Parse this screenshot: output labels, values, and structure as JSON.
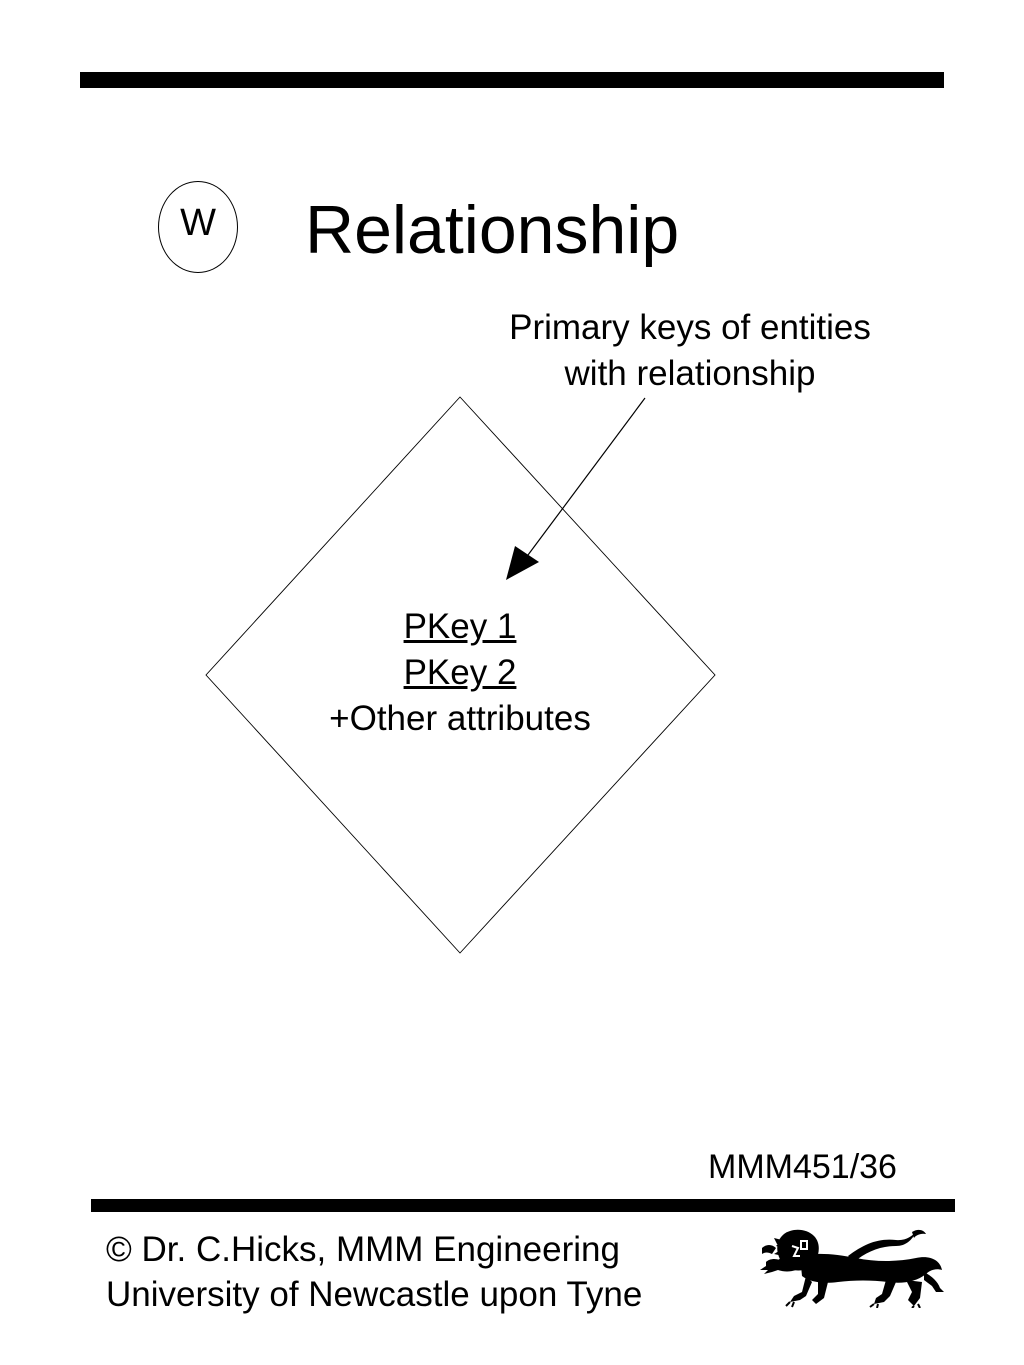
{
  "slide": {
    "badge_letter": "W",
    "title": "Relationship",
    "annotation_lines": [
      "Primary keys of entities",
      "with relationship"
    ],
    "diamond": {
      "keys": [
        "PKey 1",
        "PKey 2"
      ],
      "other": "+Other attributes"
    },
    "slide_ref": "MMM451/36"
  },
  "footer": {
    "lines": [
      "© Dr. C.Hicks, MMM Engineering",
      "University of Newcastle upon Tyne"
    ],
    "logo_icon": "heraldic-lion-logo"
  }
}
